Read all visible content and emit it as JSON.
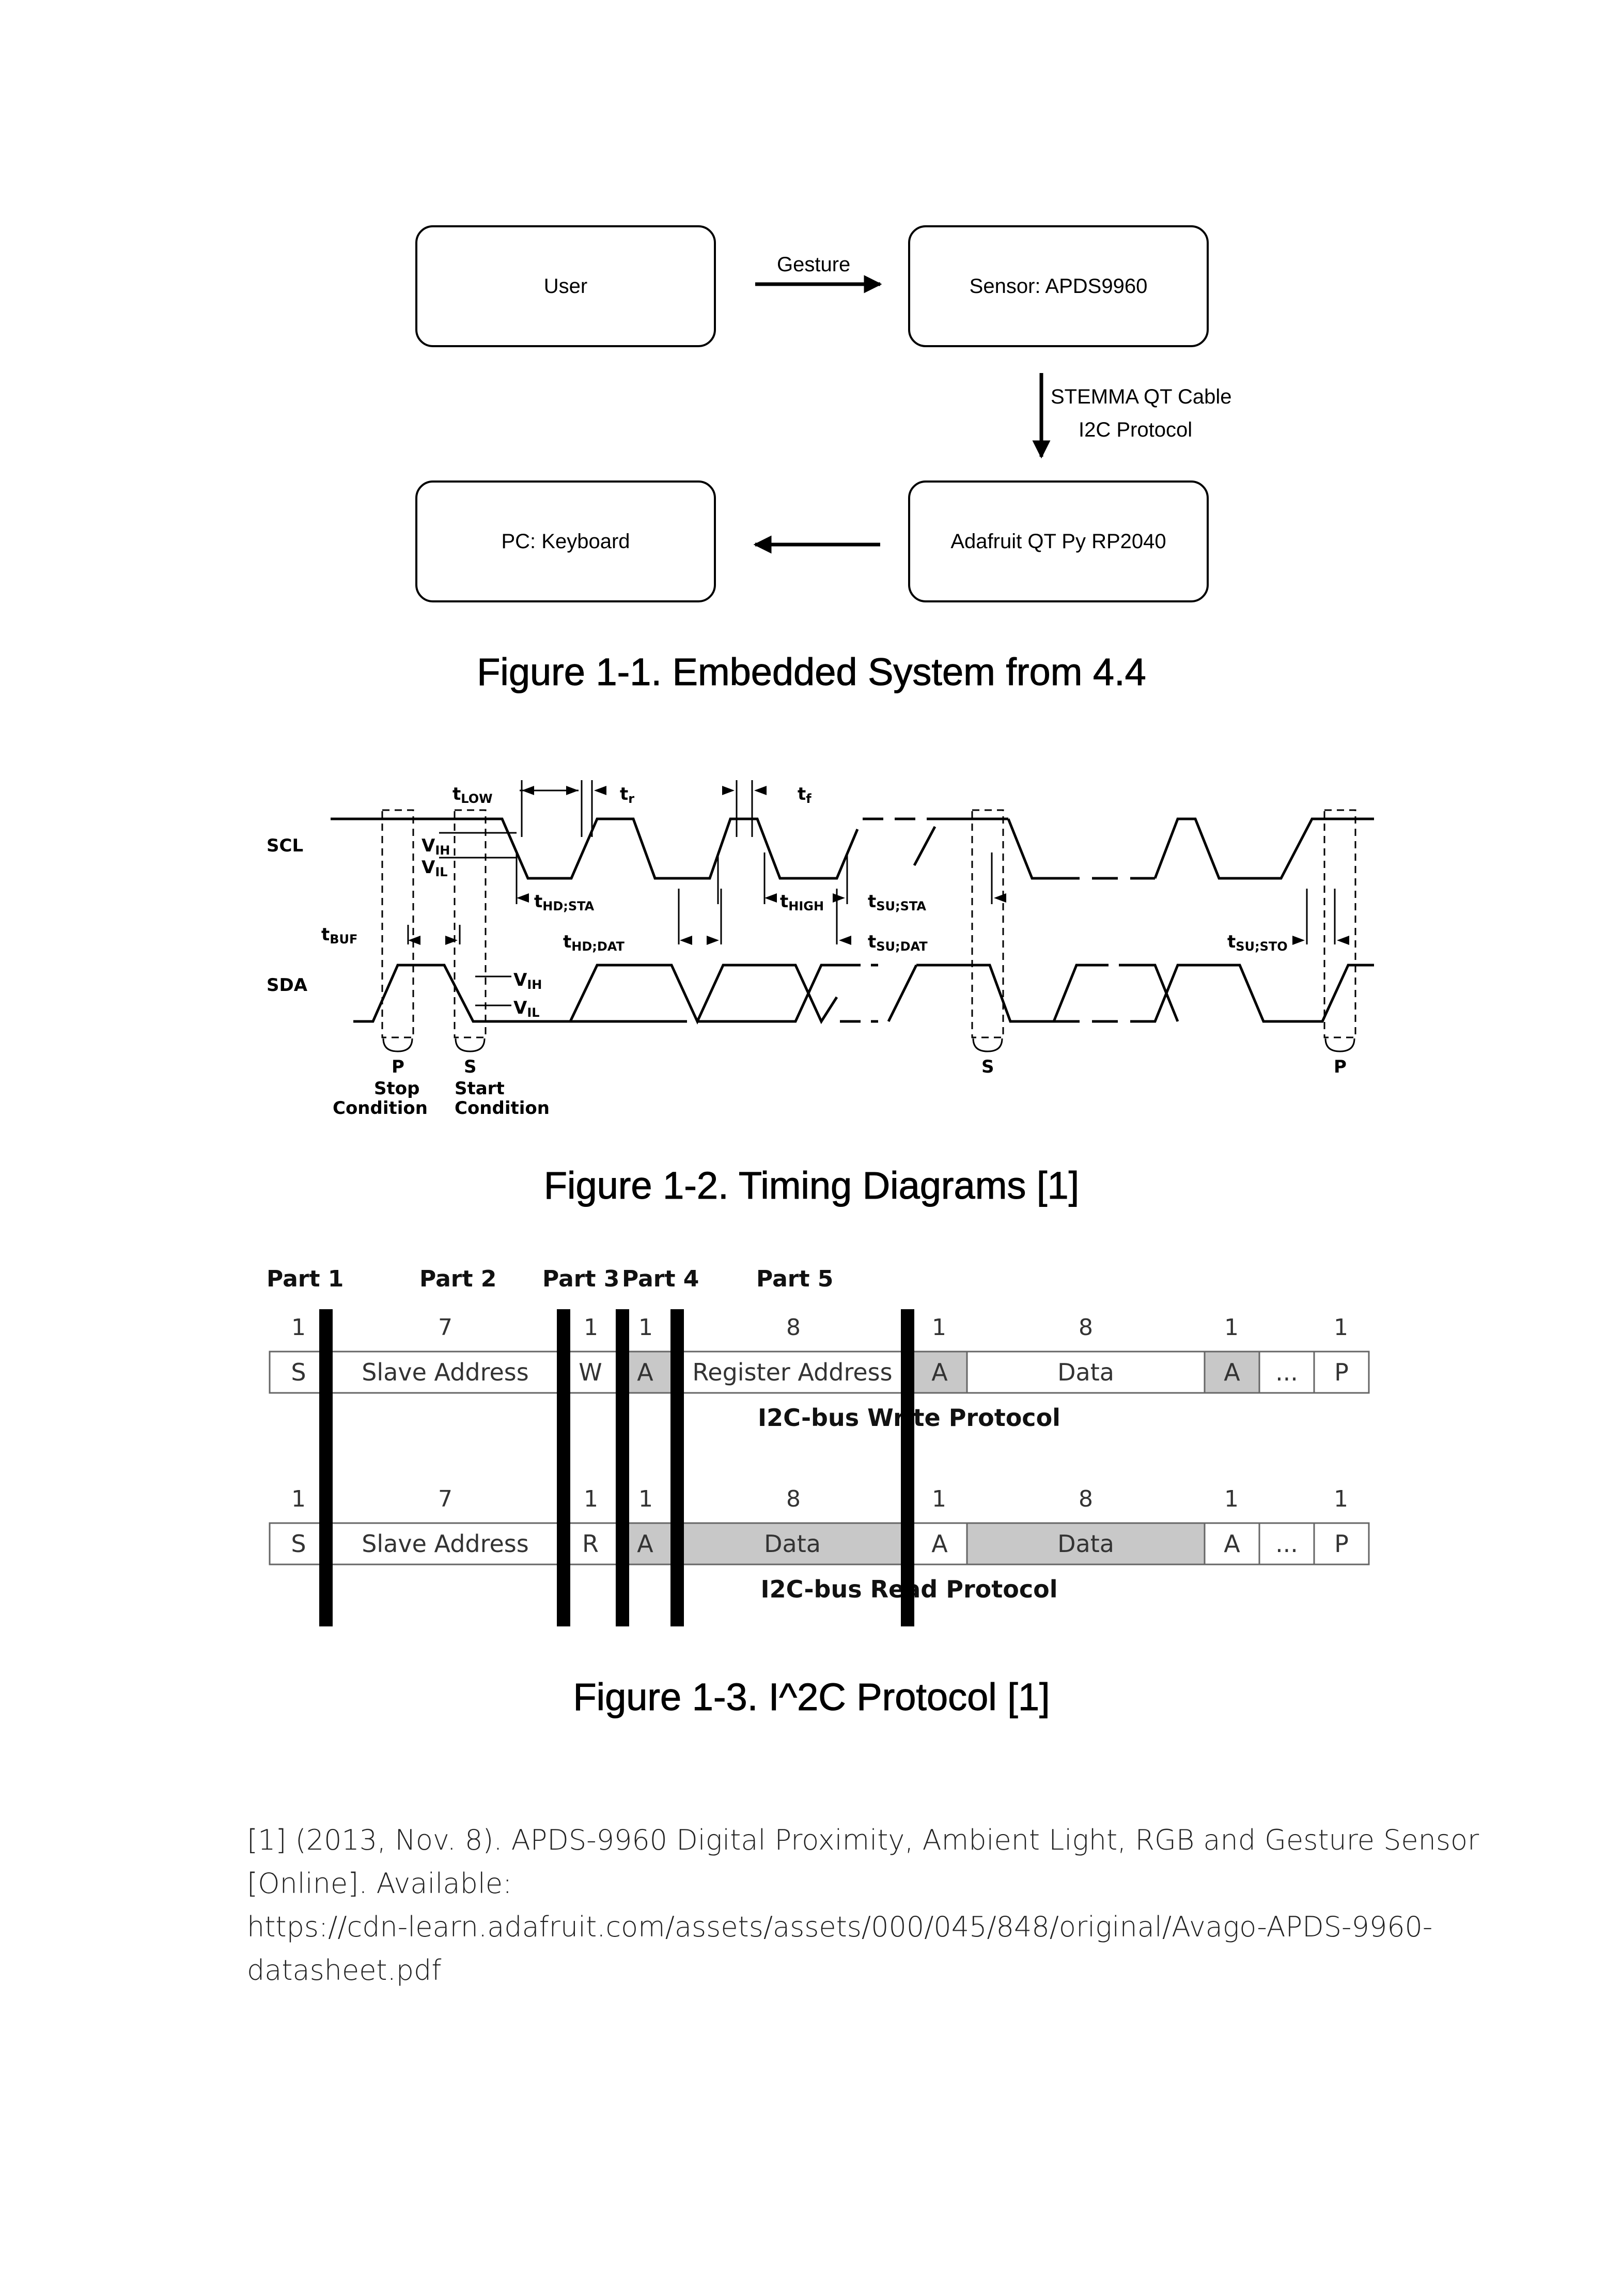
{
  "figure1": {
    "user": "User",
    "gesture": "Gesture",
    "sensor": "Sensor: APDS9960",
    "cable": "STEMMA QT  Cable",
    "protocol": "I2C Protocol",
    "mcu": "Adafruit QT Py RP2040",
    "pc": "PC: Keyboard",
    "caption": "Figure 1-1. Embedded System from 4.4"
  },
  "figure2": {
    "scl": "SCL",
    "sda": "SDA",
    "t_low": "LOW",
    "t_r": "r",
    "t_f": "f",
    "t_buf": "BUF",
    "t_hd_sta": "HD;STA",
    "t_high": "HIGH",
    "t_su_sta": "SU;STA",
    "t_hd_dat": "HD;DAT",
    "t_su_dat": "SU;DAT",
    "t_su_sto": "SU;STO",
    "v_ih": "IH",
    "v_il": "IL",
    "p": "P",
    "s": "S",
    "stop": "Stop",
    "start": "Start",
    "condition": "Condition",
    "caption": "Figure 1-2. Timing Diagrams [1]"
  },
  "figure3": {
    "parts": [
      "Part 1",
      "Part 2",
      "Part 3",
      "Part 4",
      "Part 5"
    ],
    "write": {
      "counts": [
        "1",
        "7",
        "1",
        "1",
        "8",
        "1",
        "8",
        "1",
        "1"
      ],
      "cells": [
        "S",
        "Slave Address",
        "W",
        "A",
        "Register Address",
        "A",
        "Data",
        "A",
        "...",
        "P"
      ],
      "title": "I2C-bus Write Protocol"
    },
    "read": {
      "counts": [
        "1",
        "7",
        "1",
        "1",
        "8",
        "1",
        "8",
        "1",
        "1"
      ],
      "cells": [
        "S",
        "Slave Address",
        "R",
        "A",
        "Data",
        "A",
        "Data",
        "A",
        "...",
        "P"
      ],
      "title": "I2C-bus Read Protocol"
    },
    "caption": "Figure 1-3. I^2C Protocol [1]"
  },
  "reference": {
    "line1": "[1]  (2013, Nov. 8). APDS-9960 Digital Proximity, Ambient Light, RGB and Gesture Sensor",
    "line2": "[Online]. Available:",
    "line3": "https://cdn-learn.adafruit.com/assets/assets/000/045/848/original/Avago-APDS-9960-",
    "line4": "datasheet.pdf"
  }
}
